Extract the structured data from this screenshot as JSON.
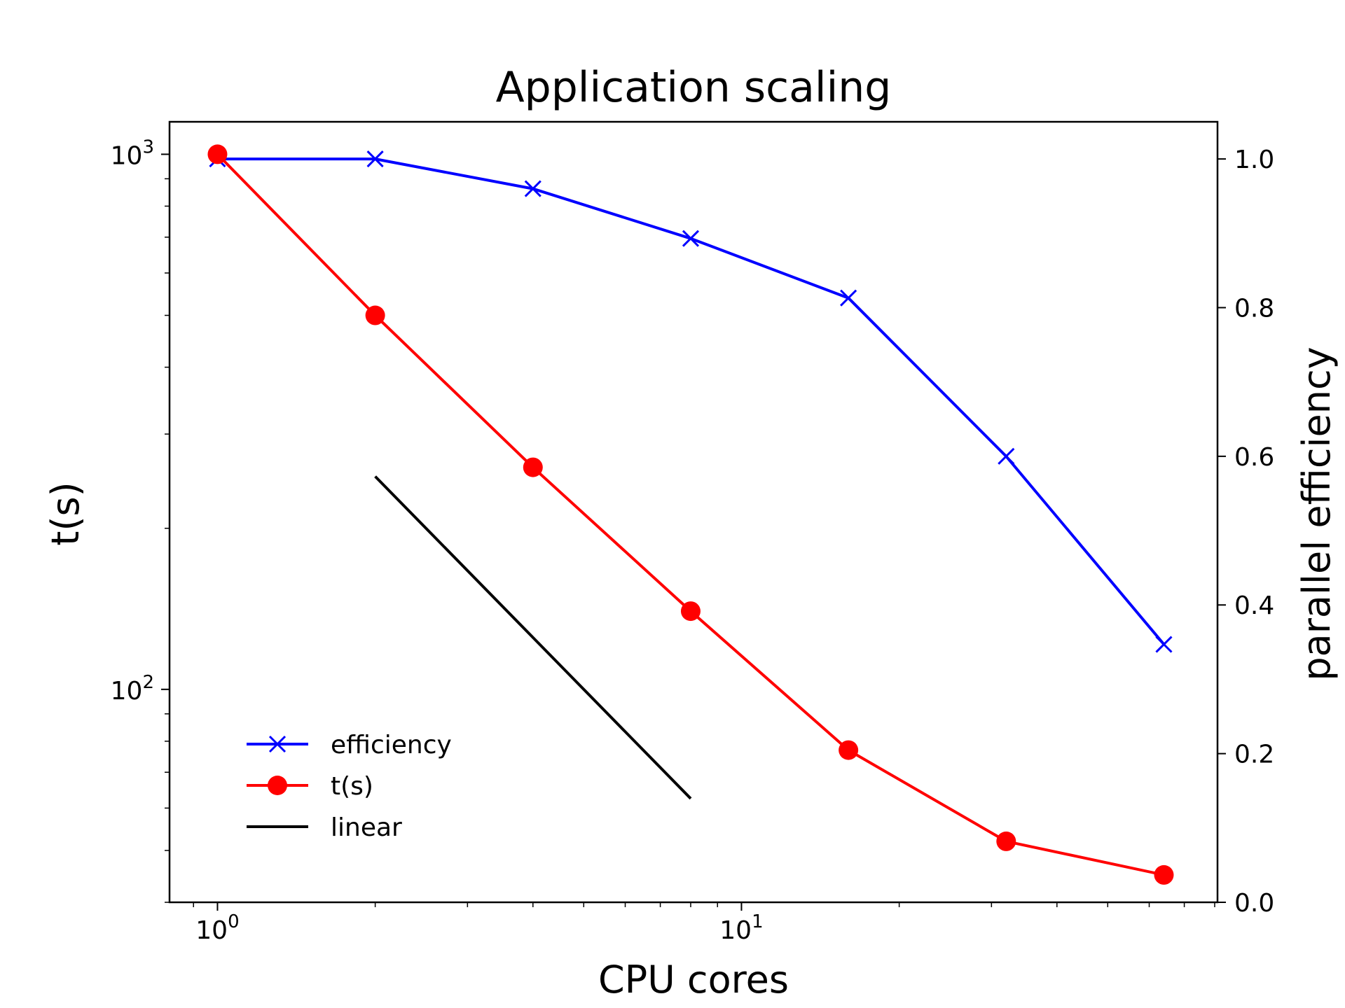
{
  "chart_data": {
    "type": "line",
    "title": "Application scaling",
    "xlabel": "CPU cores",
    "ylabel_left": "t(s)",
    "ylabel_right": "parallel efficiency",
    "x_scale": "log",
    "y_left_scale": "log",
    "y_right_scale": "linear",
    "xlim": [
      0.81,
      81
    ],
    "ylim_left": [
      40,
      1150
    ],
    "ylim_right": [
      0,
      1.05
    ],
    "x_ticks": [
      {
        "value": 1,
        "base": "10",
        "exp": "0"
      },
      {
        "value": 10,
        "base": "10",
        "exp": "1"
      }
    ],
    "y_left_ticks": [
      {
        "value": 100,
        "base": "10",
        "exp": "2"
      },
      {
        "value": 1000,
        "base": "10",
        "exp": "3"
      }
    ],
    "y_right_ticks": [
      "0.0",
      "0.2",
      "0.4",
      "0.6",
      "0.8",
      "1.0"
    ],
    "series": [
      {
        "name": "efficiency",
        "axis": "right",
        "color": "#0000ff",
        "marker": "x",
        "x": [
          1,
          2,
          4,
          8,
          16,
          32,
          64
        ],
        "y": [
          1.0,
          1.0,
          0.96,
          0.893,
          0.813,
          0.6,
          0.347
        ]
      },
      {
        "name": "t(s)",
        "axis": "left",
        "color": "#ff0000",
        "marker": "o",
        "x": [
          1,
          2,
          4,
          8,
          16,
          32,
          64
        ],
        "y": [
          1000,
          500,
          260,
          140,
          77,
          52,
          45
        ]
      },
      {
        "name": "linear",
        "axis": "left",
        "color": "#000000",
        "marker": "none",
        "x": [
          2,
          8
        ],
        "y": [
          250,
          62.5
        ]
      }
    ],
    "legend": {
      "location": "lower-left",
      "entries": [
        "efficiency",
        "t(s)",
        "linear"
      ]
    },
    "grid": false
  }
}
